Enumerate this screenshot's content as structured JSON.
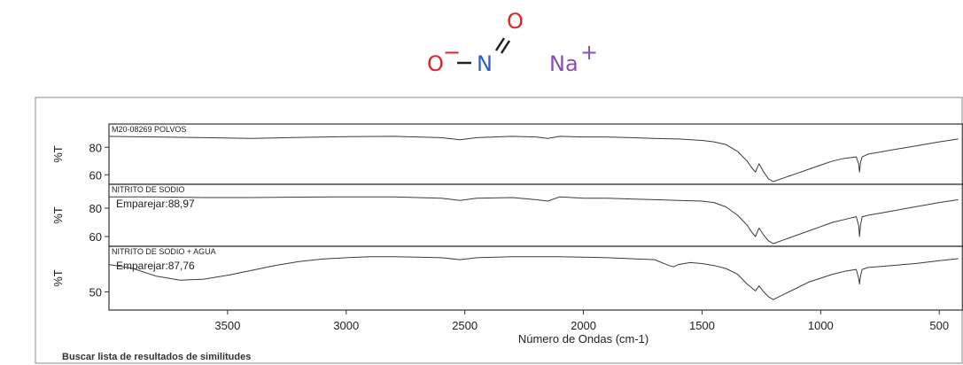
{
  "molecule": {
    "atoms": [
      {
        "symbol": "O",
        "charge": "−",
        "color": "#e0242a"
      },
      {
        "symbol": "N",
        "charge": "",
        "color": "#2f5fc4"
      },
      {
        "symbol": "O",
        "charge": "",
        "color": "#e0242a"
      }
    ],
    "counter_ion": {
      "symbol": "Na",
      "charge": "+",
      "color": "#8a4fb4"
    }
  },
  "chart_data": {
    "type": "line",
    "xlabel": "Número de Ondas (cm-1)",
    "xlim": [
      4000,
      400
    ],
    "xticks": [
      3500,
      3000,
      2500,
      2000,
      1500,
      1000,
      500
    ],
    "panels": [
      {
        "title": "M20-08269 POLVOS",
        "match": "",
        "ylabel": "%T",
        "yticks": [
          80,
          60
        ],
        "ylim": [
          55,
          95
        ],
        "series": {
          "x": [
            4000,
            3800,
            3600,
            3400,
            3200,
            3000,
            2800,
            2600,
            2520,
            2450,
            2300,
            2200,
            2150,
            2100,
            2000,
            1900,
            1800,
            1700,
            1600,
            1500,
            1450,
            1400,
            1350,
            1310,
            1290,
            1275,
            1260,
            1240,
            1220,
            1200,
            1150,
            1100,
            1050,
            1000,
            950,
            900,
            850,
            840,
            836,
            832,
            825,
            800,
            700,
            600,
            500,
            420
          ],
          "y": [
            88,
            87.5,
            87,
            86.5,
            87.2,
            87.8,
            88,
            87,
            85.5,
            87,
            88,
            87.5,
            86.5,
            88,
            87.5,
            87.5,
            87,
            86.5,
            86,
            85,
            84,
            82,
            77,
            70,
            65,
            62,
            68,
            62,
            57,
            55,
            58,
            61,
            64,
            67,
            70,
            72,
            73,
            68,
            62,
            69,
            73,
            75,
            78,
            81,
            84,
            86
          ]
        }
      },
      {
        "title": "NITRITO DE SODIO",
        "match": "Emparejar:88,97",
        "ylabel": "%T",
        "yticks": [
          80,
          60
        ],
        "ylim": [
          55,
          95
        ],
        "series": {
          "x": [
            4000,
            3800,
            3600,
            3400,
            3200,
            3000,
            2800,
            2600,
            2520,
            2450,
            2300,
            2200,
            2150,
            2100,
            2000,
            1900,
            1800,
            1700,
            1600,
            1500,
            1450,
            1400,
            1350,
            1310,
            1290,
            1275,
            1260,
            1240,
            1220,
            1200,
            1150,
            1100,
            1050,
            1000,
            950,
            900,
            850,
            840,
            836,
            832,
            825,
            800,
            700,
            600,
            500,
            420
          ],
          "y": [
            88,
            88,
            87.5,
            87.5,
            87.8,
            88,
            88,
            87,
            85.5,
            87,
            87.5,
            86,
            85,
            88,
            87,
            87,
            86.5,
            86,
            85.5,
            85,
            84,
            81,
            75,
            68,
            63,
            60,
            66,
            61,
            57,
            55,
            58,
            61,
            64,
            67,
            70,
            72,
            74,
            68,
            60,
            68,
            74,
            75,
            78,
            81,
            84,
            86
          ]
        }
      },
      {
        "title": "NITRITO DE SODIO + AGUA",
        "match": "Emparejar:87,76",
        "ylabel": "%T",
        "yticks": [
          50
        ],
        "ylim": [
          42,
          72
        ],
        "series": {
          "x": [
            4000,
            3900,
            3800,
            3700,
            3600,
            3500,
            3400,
            3300,
            3200,
            3100,
            3000,
            2900,
            2800,
            2700,
            2600,
            2520,
            2450,
            2300,
            2200,
            2100,
            2000,
            1900,
            1800,
            1700,
            1640,
            1620,
            1600,
            1550,
            1500,
            1450,
            1400,
            1350,
            1310,
            1290,
            1275,
            1260,
            1240,
            1220,
            1200,
            1150,
            1100,
            1050,
            1000,
            950,
            900,
            850,
            840,
            836,
            832,
            825,
            800,
            700,
            600,
            500,
            420
          ],
          "y": [
            64,
            62,
            58,
            56,
            56.5,
            58.5,
            61,
            63.5,
            65.5,
            66.8,
            67.5,
            68,
            68,
            67.8,
            67.5,
            66.5,
            67.5,
            68,
            68,
            68,
            67.8,
            67.5,
            67,
            66.5,
            63.5,
            62.8,
            64,
            65,
            64.5,
            63.5,
            62,
            59,
            54,
            52,
            50.5,
            53,
            50,
            47.5,
            46,
            49,
            52,
            55,
            57,
            59,
            60.5,
            61.5,
            57,
            54,
            58,
            61.5,
            62.5,
            63.5,
            64.5,
            66,
            67
          ]
        }
      }
    ]
  },
  "footer": {
    "text": "Buscar lista de resultados de similitudes"
  }
}
